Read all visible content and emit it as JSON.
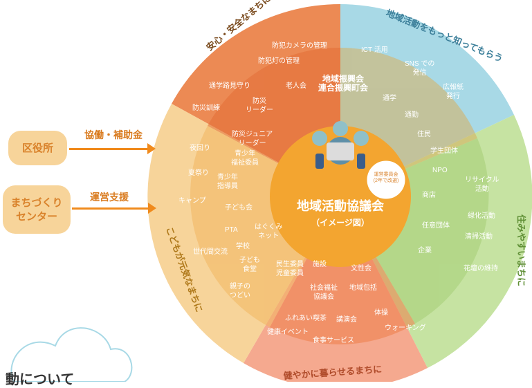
{
  "left": {
    "box1": "区役所",
    "box2": "まちづくり\nセンター",
    "arrow1_label": "協働・補助金",
    "arrow2_label": "運営支援"
  },
  "outer_ring": {
    "top_left": "安心・安全なまちに",
    "top_right": "地域活動をもっと知ってもらう",
    "right": "住みやすいまちに",
    "bottom": "健やかに暮らせるまちに",
    "left": "こどもが元気なまちに"
  },
  "center": {
    "title": "地域活動協議会",
    "subtitle": "（イメージ図）",
    "badge": "運営委員会\n(2年で改選)"
  },
  "sectors": {
    "safety": [
      "防犯カメラの管理",
      "防犯灯の管理",
      "通学路見守り",
      "老人会",
      "防災訓練",
      "防災\nリーダー",
      "防災ジュニア\nリーダー"
    ],
    "ict": [
      "ICT 活用",
      "SNS での\n発信",
      "広報紙\n発行"
    ],
    "core": [
      "地域振興会\n連合振興町会",
      "通学",
      "通勤",
      "住民",
      "学生団体"
    ],
    "living": [
      "NPO",
      "商店",
      "任意団体",
      "企業",
      "リサイクル\n活動",
      "緑化活動",
      "清掃活動",
      "花壇の維持"
    ],
    "children": [
      "夜回り",
      "夏祭り",
      "キャンプ",
      "青少年\n福祉委員",
      "青少年\n指導員",
      "子ども会",
      "PTA",
      "はぐくみ\nネット",
      "学校",
      "子ども\n食堂",
      "世代間交流",
      "親子の\nつどい"
    ],
    "health_inner": [
      "民生委員\n児童委員",
      "施設",
      "文性会",
      "社会福祉\n協議会",
      "地域包括"
    ],
    "health_outer": [
      "ふれあい喫茶",
      "講演会",
      "体操",
      "健康イベント",
      "食事サービス",
      "ウォーキング"
    ]
  },
  "footer_text": "動について",
  "colors": {
    "safety": "#ec8a54",
    "ict": "#a8d9e6",
    "living": "#c6e3a2",
    "health": "#f5a98f",
    "children": "#f7d49a",
    "center": "#f3a530",
    "arrow": "#f08a1c"
  }
}
